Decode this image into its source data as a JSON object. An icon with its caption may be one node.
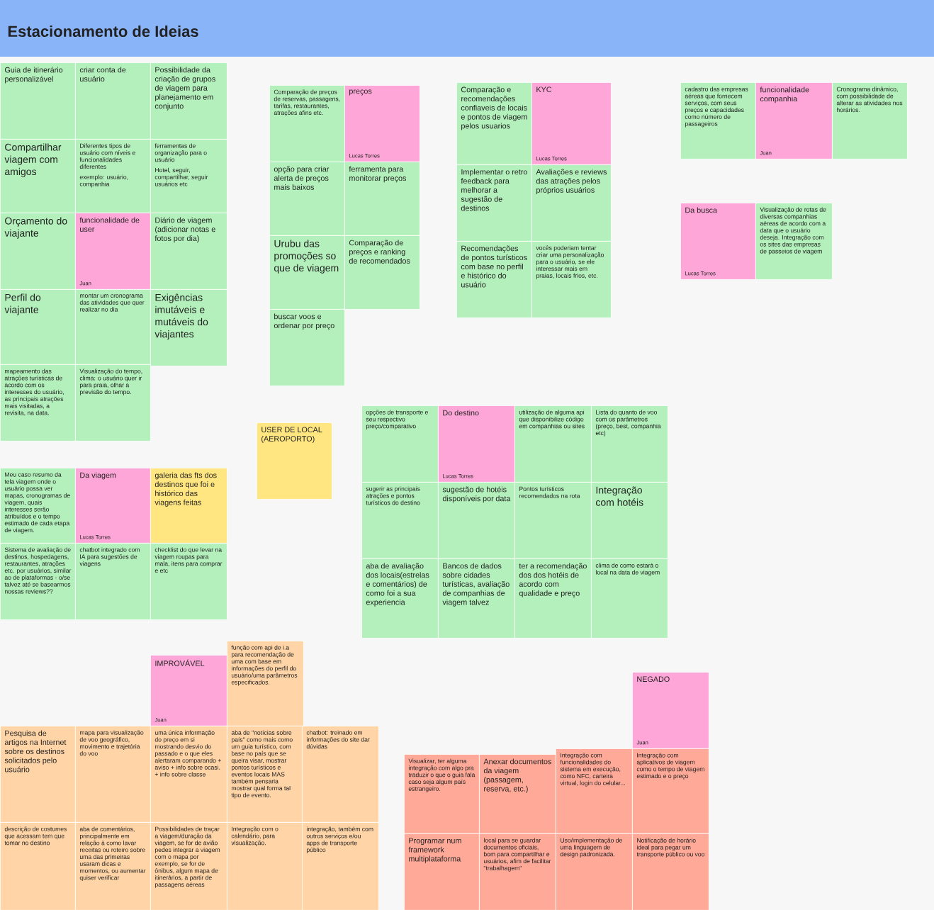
{
  "diagram": {
    "title": "Estacionamento de Ideias",
    "nodes": [
      {
        "text": [
          "Guia de itinerário personalizável"
        ]
      },
      {
        "text": [
          "criar conta de usuário"
        ]
      },
      {
        "text": [
          "Possibilidade da criação de grupos de viagem para planejamento em conjunto"
        ]
      },
      {
        "text": [
          "Compartilhar viagem com amigos"
        ]
      },
      {
        "text": [
          "Diferentes tipos de usuário com níveis e funcionalidades diferentes",
          "exemplo: usuário, companhia"
        ]
      },
      {
        "text": [
          "ferramentas de organização para o usuário",
          "Hotel, seguir, compartilhar, seguir usuários etc"
        ]
      },
      {
        "text": [
          "Orçamento do viajante"
        ]
      },
      {
        "text": [
          "funcionalidade de user",
          "Juan"
        ]
      },
      {
        "text": [
          "Diário de viagem (adicionar notas e fotos por dia)"
        ]
      },
      {
        "text": [
          "Perfil do viajante"
        ]
      },
      {
        "text": [
          "montar um cronograma das atividades que quer realizar no dia"
        ]
      },
      {
        "text": [
          "Exigências imutáveis e mutáveis do viajantes"
        ]
      },
      {
        "text": [
          "mapeamento das atrações turísticas de acordo com os interesses do usuário, as principais atrações mais visitadas, a revisita, na data."
        ]
      },
      {
        "text": [
          "Visualização do tempo, clima: o usuário quer ir para praia, olhar a previsão do tempo."
        ]
      },
      {
        "text": [
          "Comparação de preços de reservas, passagens, tarifas, restaurantes, atrações afins etc."
        ]
      },
      {
        "text": [
          "preços",
          "Lucas Torres"
        ]
      },
      {
        "text": [
          "opção para criar alerta de preços mais baixos"
        ]
      },
      {
        "text": [
          "ferramenta para monitorar preços"
        ]
      },
      {
        "text": [
          "Urubu das promoções so que de viagem"
        ]
      },
      {
        "text": [
          "Comparação de preços e ranking de recomendados"
        ]
      },
      {
        "text": [
          "buscar voos e ordenar por preço"
        ]
      },
      {
        "text": [
          "Comparação e recomendações confiaveis de locais e pontos de viagem pelos usuarios"
        ]
      },
      {
        "text": [
          "KYC",
          "Lucas Torres"
        ]
      },
      {
        "text": [
          "Implementar o retro feedback para melhorar a sugestão de destinos"
        ]
      },
      {
        "text": [
          "Avaliações e reviews das atrações pelos próprios usuários"
        ]
      },
      {
        "text": [
          "Recomendações de pontos turísticos com base no perfil e histórico do usuário"
        ]
      },
      {
        "text": [
          "vocês poderiam tentar criar uma personalização para o usuário, se ele interessar mais em praias, locais frios, etc."
        ]
      },
      {
        "text": [
          "cadastro das empresas aéreas que fornecem serviços, com seus preços e capacidades como número de passageiros"
        ]
      },
      {
        "text": [
          "funcionalidade companhia",
          "Juan"
        ]
      },
      {
        "text": [
          "Cronograma dinâmico, com possibilidade de alterar as atividades nos horários."
        ]
      },
      {
        "text": [
          "Da busca",
          "Lucas Torres"
        ]
      },
      {
        "text": [
          "Visualização de rotas de diversas companhias aéreas de acordo com a data que o usuário deseja. Integração com os sites das empresas de passeios de viagem"
        ]
      },
      {
        "text": [
          "USER DE LOCAL (AEROPORTO)"
        ]
      },
      {
        "text": [
          "opções de transporte e seu respectivo preço/comparativo"
        ]
      },
      {
        "text": [
          "Do destino",
          "Lucas Torres"
        ]
      },
      {
        "text": [
          "utilização de alguma api que disponibilize código em companhias ou sites"
        ]
      },
      {
        "text": [
          "Lista do quanto de voo com os parâmetros (preço, best, companhia etc)"
        ]
      },
      {
        "text": [
          "sugerir as principais atrações e pontos turísticos do destino"
        ]
      },
      {
        "text": [
          "sugestão de hotéis disponíveis por data"
        ]
      },
      {
        "text": [
          "Pontos turísticos recomendados na rota"
        ]
      },
      {
        "text": [
          "Integração com hotéis"
        ]
      },
      {
        "text": [
          "aba de avaliação dos locais(estrelas e comentários) de como foi a sua experiencia"
        ]
      },
      {
        "text": [
          "Bancos de dados sobre cidades turísticas, avaliação de companhias de viagem talvez"
        ]
      },
      {
        "text": [
          "ter a recomendação dos dos hotéis de acordo com qualidade e preço"
        ]
      },
      {
        "text": [
          "clima de como estará o local na data de viagem"
        ]
      },
      {
        "text": [
          "Meu caso resumo da tela viagem onde o usuário possa ver mapas, cronogramas de viagem, quais interesses serão atribuídos e o tempo estimado de cada etapa de viagem."
        ]
      },
      {
        "text": [
          "Da viagem",
          "Lucas Torres"
        ]
      },
      {
        "text": [
          "galeria das fts dos destinos que foi e histórico das viagens feitas"
        ]
      },
      {
        "text": [
          "Sistema de avaliação de destinos, hospedagens, restaurantes, atrações etc. por usuários, similar ao de plataformas - o/se talvez até se basearmos nossas reviews??"
        ]
      },
      {
        "text": [
          "chatbot integrado com IA para sugestões de viagens"
        ]
      },
      {
        "text": [
          "checklist do que levar na viagem roupas para mala, itens para comprar e etc"
        ]
      },
      {
        "text": [
          "IMPROVÁVEL",
          "Juan"
        ]
      },
      {
        "text": [
          "função com api de i.a para recomendação de uma com base em informações do perfil do usuário/uma parâmetros especificados."
        ]
      },
      {
        "text": [
          "Pesquisa de artigos na Internet sobre os destinos solicitados pelo usuário"
        ]
      },
      {
        "text": [
          "mapa para visualização de voo geográfico, movimento e trajetória do voo"
        ]
      },
      {
        "text": [
          "uma única informação do preço em si mostrando desvio do passado e o que eles alertaram comparando + aviso + info sobre ocasi. + info sobre classe"
        ]
      },
      {
        "text": [
          "aba de \"notícias sobre país\" como mais como um guia turístico, com base no país que se queira visar, mostrar pontos turísticos e eventos locais MAS também pensaria mostrar qual forma tal tipo de evento."
        ]
      },
      {
        "text": [
          "chatbot: treinado em informações do site dar dúvidas"
        ]
      },
      {
        "text": [
          "descrição de costumes que acessam tem que tomar no destino"
        ]
      },
      {
        "text": [
          "aba de comentários, principalmente em relação à como lavar receitas ou roteiro sobre uma das primeiras usaram dicas e momentos, ou aumentar quiser verificar"
        ]
      },
      {
        "text": [
          "Possibilidades de traçar a viagem/duração da viagem, se for de avião pedes integrar a viagem com o mapa por exemplo, se for de ônibus, algum mapa de itinerários, a partir de passagens aéreas"
        ]
      },
      {
        "text": [
          "Integração com o calendário, para visualização."
        ]
      },
      {
        "text": [
          "integração, também com outros serviços e/ou apps de transporte público"
        ]
      },
      {
        "text": [
          "NEGADO",
          "Juan"
        ]
      },
      {
        "text": [
          "Visualizar, ter alguma integração com algo pra traduzir o que o guia fala caso seja algum país estrangeiro."
        ]
      },
      {
        "text": [
          "Anexar documentos da viagem (passagem, reserva, etc.)"
        ]
      },
      {
        "text": [
          "Integração com funcionalidades do sistema em execução, como NFC, carteira virtual, login do celular..."
        ]
      },
      {
        "text": [
          "Integração com aplicativos de viagem como o tempo de viagem estimado e o preço"
        ]
      },
      {
        "text": [
          "Programar num framework multiplataforma"
        ]
      },
      {
        "text": [
          "local para se guardar documentos oficiais, bom para compartilhar e usuários, afim de facilitar \"trabalhagem\""
        ]
      },
      {
        "text": [
          "Uso/implementação de uma linguagem de design padronizada."
        ]
      },
      {
        "text": [
          "Notificação de horário ideal para pegar um transporte público ou voo"
        ]
      }
    ]
  }
}
